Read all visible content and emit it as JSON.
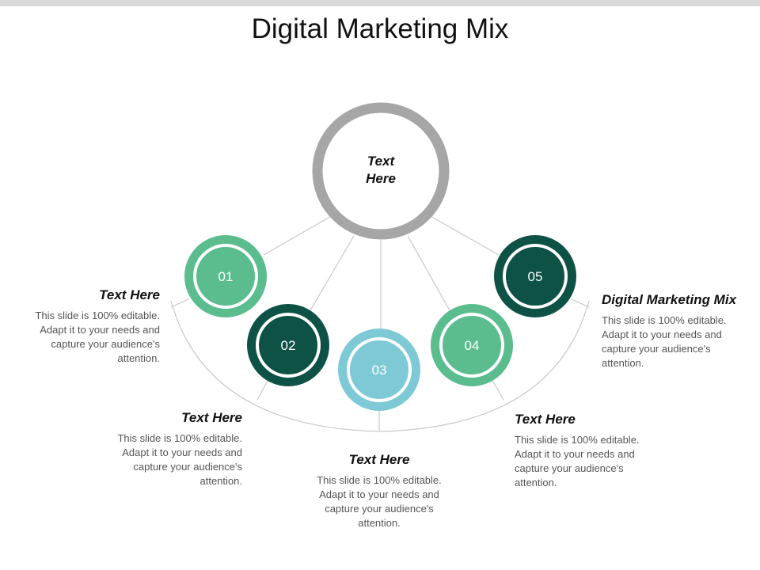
{
  "slide": {
    "title": "Digital Marketing Mix",
    "center_label": "Text\nHere",
    "colors": {
      "center_ring": "#a6a6a6",
      "light_green": "#5bbd8e",
      "dark_teal": "#0d5245",
      "light_blue": "#7ec9d6",
      "connector": "#c8c8c8"
    },
    "nodes": [
      {
        "number": "01",
        "color": "#5bbd8e"
      },
      {
        "number": "02",
        "color": "#0d5245"
      },
      {
        "number": "03",
        "color": "#7ec9d6"
      },
      {
        "number": "04",
        "color": "#5bbd8e"
      },
      {
        "number": "05",
        "color": "#0d5245"
      }
    ],
    "blocks": [
      {
        "heading": "Text Here",
        "body": "This slide is 100% editable. Adapt it to your needs and capture your audience's attention."
      },
      {
        "heading": "Text Here",
        "body": "This slide is 100% editable. Adapt it to your needs and capture your audience's attention."
      },
      {
        "heading": "Text Here",
        "body": "This slide is 100% editable. Adapt it to your needs and capture your audience's attention."
      },
      {
        "heading": "Text Here",
        "body": "This slide is 100% editable. Adapt it to your needs and capture your audience's attention."
      },
      {
        "heading": "Digital Marketing Mix",
        "body": "This slide is 100% editable. Adapt it to your needs and capture your audience's attention."
      }
    ]
  }
}
